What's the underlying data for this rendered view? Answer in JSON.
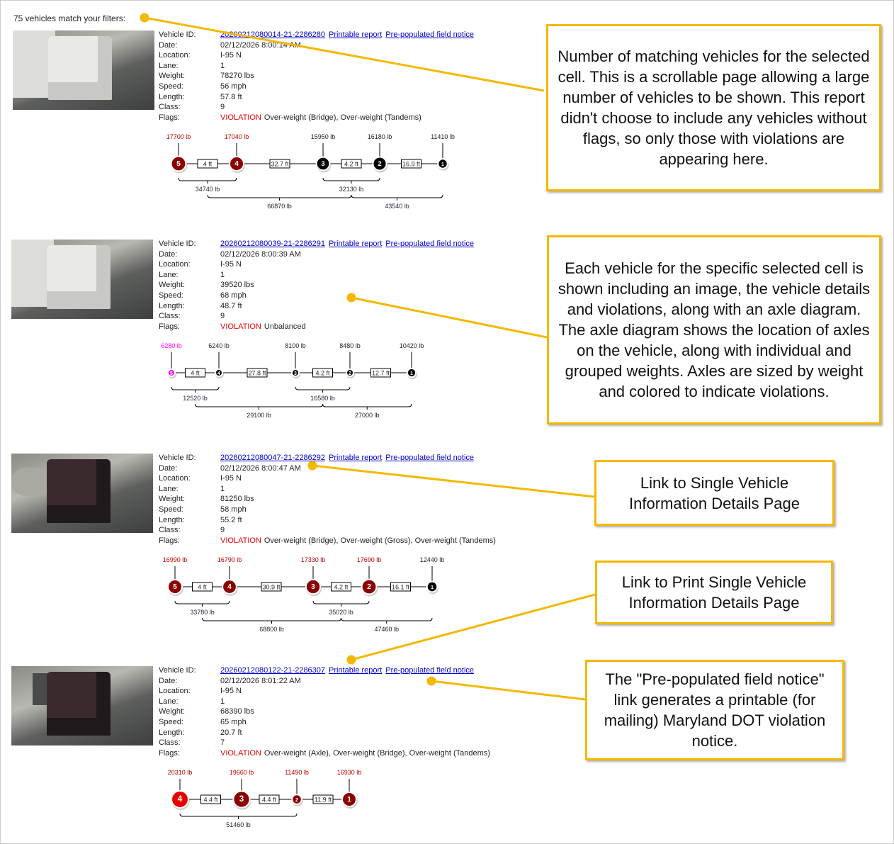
{
  "count_text": "75 vehicles match your filters:",
  "labels": {
    "vehicle_id": "Vehicle ID:",
    "date": "Date:",
    "location": "Location:",
    "lane": "Lane:",
    "weight": "Weight:",
    "speed": "Speed:",
    "length": "Length:",
    "class": "Class:",
    "flags": "Flags:"
  },
  "links": {
    "printable": "Printable report",
    "notice": "Pre-populated field notice"
  },
  "violation_label": "VIOLATION",
  "colors": {
    "violation": "#8b0000",
    "severe": "#e60000",
    "ok": "#000000",
    "unbalanced": "#ff00ff",
    "weight_violation_text": "#c00000",
    "accent": "#f5b800",
    "link": "#0000cc"
  },
  "vehicles": [
    {
      "id": "20260212080014-21-2286280",
      "date": "02/12/2026 8:00:14 AM",
      "location": "I-95 N",
      "lane": "1",
      "weight": "78270 lbs",
      "speed": "56 mph",
      "length": "57.8 ft",
      "class": "9",
      "flags": "Over-weight (Bridge), Over-weight (Tandems)",
      "photo": "white-truck",
      "axles": [
        {
          "num": "5",
          "weight": "17700 lb",
          "status": "violation"
        },
        {
          "num": "4",
          "weight": "17040 lb",
          "status": "violation"
        },
        {
          "num": "3",
          "weight": "15950 lb",
          "status": "ok"
        },
        {
          "num": "2",
          "weight": "16180 lb",
          "status": "ok"
        },
        {
          "num": "1",
          "weight": "11410 lb",
          "status": "ok"
        }
      ],
      "spacings": [
        "4 ft",
        "32.7 ft",
        "4.2 ft",
        "16.9 ft"
      ],
      "groups": [
        {
          "from": [
            0
          ],
          "to": [
            1
          ],
          "level": 1,
          "label": "34740 lb"
        },
        {
          "from": [
            2
          ],
          "to": [
            3
          ],
          "level": 1,
          "label": "32130 lb"
        },
        {
          "from": [
            0,
            1
          ],
          "to": [
            2,
            3
          ],
          "level": 2,
          "label": "66870 lb"
        },
        {
          "from": [
            2,
            3
          ],
          "to": [
            4
          ],
          "level": 2,
          "label": "43540 lb"
        }
      ]
    },
    {
      "id": "20260212080039-21-2286291",
      "date": "02/12/2026 8:00:39 AM",
      "location": "I-95 N",
      "lane": "1",
      "weight": "39520 lbs",
      "speed": "68 mph",
      "length": "48.7 ft",
      "class": "9",
      "flags": "Unbalanced",
      "photo": "white-truck",
      "axles": [
        {
          "num": "5",
          "weight": "6280 lb",
          "status": "unbalanced"
        },
        {
          "num": "4",
          "weight": "6240 lb",
          "status": "ok"
        },
        {
          "num": "3",
          "weight": "8100 lb",
          "status": "ok"
        },
        {
          "num": "2",
          "weight": "8480 lb",
          "status": "ok"
        },
        {
          "num": "1",
          "weight": "10420 lb",
          "status": "ok"
        }
      ],
      "spacings": [
        "4 ft",
        "27.8 ft",
        "4.2 ft",
        "12.7 ft"
      ],
      "groups": [
        {
          "from": [
            0
          ],
          "to": [
            1
          ],
          "level": 1,
          "label": "12520 lb"
        },
        {
          "from": [
            2
          ],
          "to": [
            3
          ],
          "level": 1,
          "label": "16580 lb"
        },
        {
          "from": [
            0,
            1
          ],
          "to": [
            2,
            3
          ],
          "level": 2,
          "label": "29100 lb"
        },
        {
          "from": [
            2,
            3
          ],
          "to": [
            4
          ],
          "level": 2,
          "label": "27000 lb"
        }
      ]
    },
    {
      "id": "20260212080047-21-2286292",
      "date": "02/12/2026 8:00:47 AM",
      "location": "I-95 N",
      "lane": "1",
      "weight": "81250 lbs",
      "speed": "58 mph",
      "length": "55.2 ft",
      "class": "9",
      "flags": "Over-weight (Bridge), Over-weight (Gross), Over-weight (Tandems)",
      "photo": "tanker",
      "axles": [
        {
          "num": "5",
          "weight": "16990 lb",
          "status": "violation"
        },
        {
          "num": "4",
          "weight": "16790 lb",
          "status": "violation"
        },
        {
          "num": "3",
          "weight": "17330 lb",
          "status": "violation"
        },
        {
          "num": "2",
          "weight": "17690 lb",
          "status": "violation"
        },
        {
          "num": "1",
          "weight": "12440 lb",
          "status": "ok"
        }
      ],
      "spacings": [
        "4 ft",
        "30.9 ft",
        "4.2 ft",
        "16.1 ft"
      ],
      "groups": [
        {
          "from": [
            0
          ],
          "to": [
            1
          ],
          "level": 1,
          "label": "33780 lb"
        },
        {
          "from": [
            2
          ],
          "to": [
            3
          ],
          "level": 1,
          "label": "35020 lb"
        },
        {
          "from": [
            0,
            1
          ],
          "to": [
            2,
            3
          ],
          "level": 2,
          "label": "68800 lb"
        },
        {
          "from": [
            2,
            3
          ],
          "to": [
            4
          ],
          "level": 2,
          "label": "47460 lb"
        }
      ]
    },
    {
      "id": "20260212080122-21-2286307",
      "date": "02/12/2026 8:01:22 AM",
      "location": "I-95 N",
      "lane": "1",
      "weight": "68390 lbs",
      "speed": "65 mph",
      "length": "20.7 ft",
      "class": "7",
      "flags": "Over-weight (Axle), Over-weight (Bridge), Over-weight (Tandems)",
      "photo": "dump-truck",
      "axles": [
        {
          "num": "4",
          "weight": "20310 lb",
          "status": "severe"
        },
        {
          "num": "3",
          "weight": "19660 lb",
          "status": "violation"
        },
        {
          "num": "2",
          "weight": "11490 lb",
          "status": "violation"
        },
        {
          "num": "1",
          "weight": "16930 lb",
          "status": "violation"
        }
      ],
      "spacings": [
        "4.4 ft",
        "4.4 ft",
        "11.9 ft"
      ],
      "groups": [
        {
          "from": [
            0
          ],
          "to": [
            2
          ],
          "level": 1,
          "label": "51460 lb"
        }
      ]
    }
  ],
  "annotations": [
    "Number of matching vehicles for the selected cell.  This is a scrollable page allowing a large number of vehicles to be shown.  This report didn't choose to include any vehicles without flags, so only those with violations are appearing here.",
    "Each vehicle for the specific selected cell is shown including an image, the vehicle details and violations, along with an axle diagram.  The axle diagram shows the location of axles on the vehicle, along with individual and grouped weights.  Axles are sized by weight and colored to indicate violations.",
    "Link to Single Vehicle Information Details Page",
    "Link to Print Single Vehicle Information Details Page",
    "The \"Pre-populated field notice\" link generates a printable (for mailing) Maryland DOT violation notice."
  ]
}
